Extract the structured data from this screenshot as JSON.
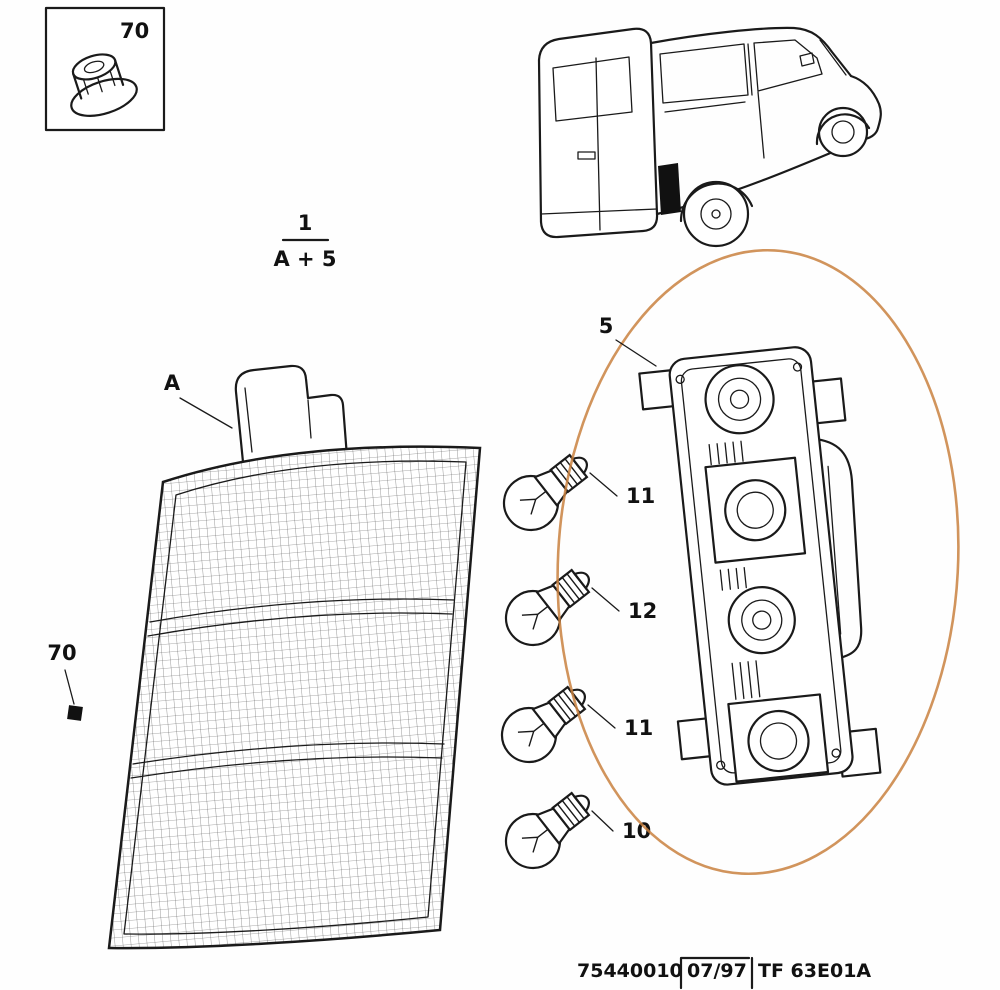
{
  "diagram": {
    "labels": {
      "fastener_box": "70",
      "qty_numerator": "1",
      "qty_denominator": "A + 5",
      "lens_ref": "A",
      "holder_ref": "5",
      "bulb_top_ref": "11",
      "bulb_second_ref": "12",
      "bulb_third_ref": "11",
      "bulb_bottom_ref": "10",
      "fastener_side_ref": "70"
    },
    "footer": {
      "part_number": "75440010",
      "date": "07/97",
      "plate_code": "TF 63E01A"
    },
    "colors": {
      "line": "#1a1a1a",
      "highlight": "#c9813f"
    }
  }
}
